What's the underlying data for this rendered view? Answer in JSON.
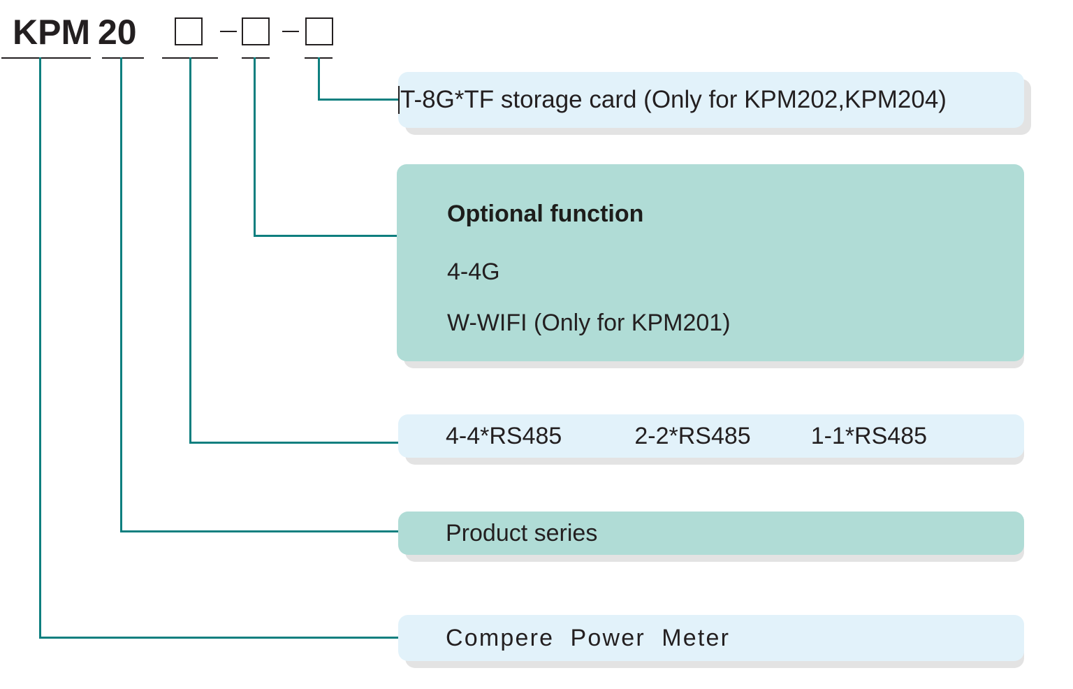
{
  "diagram": {
    "title_code": {
      "tokens": [
        {
          "text": "KPM",
          "kind": "text"
        },
        {
          "text": "20",
          "kind": "text"
        },
        {
          "text": "",
          "kind": "box"
        },
        {
          "text": "-",
          "kind": "dash"
        },
        {
          "text": "",
          "kind": "box"
        },
        {
          "text": "-",
          "kind": "dash"
        },
        {
          "text": "",
          "kind": "box"
        }
      ],
      "prefix": "KPM",
      "series": "20",
      "dash": "-"
    },
    "callouts": [
      {
        "id": "storage",
        "style": "blue",
        "has_caret": true,
        "text": "T-8G*TF storage card (Only for KPM202,KPM204)"
      },
      {
        "id": "optional",
        "style": "green",
        "title": "Optional function",
        "lines": [
          "4-4G",
          "W-WIFI (Only for KPM201)"
        ]
      },
      {
        "id": "rs485",
        "style": "blue",
        "items": [
          "4-4*RS485",
          "2-2*RS485",
          "1-1*RS485"
        ]
      },
      {
        "id": "series",
        "style": "green",
        "text": "Product series"
      },
      {
        "id": "meter",
        "style": "blue",
        "text": "Compere  Power  Meter"
      }
    ],
    "colors": {
      "connector": "#0e7f7f",
      "card_blue": "#e2f2fa",
      "card_green": "#b0dcd6",
      "ink": "#231f20",
      "shadow": "#e3e3e3"
    }
  }
}
